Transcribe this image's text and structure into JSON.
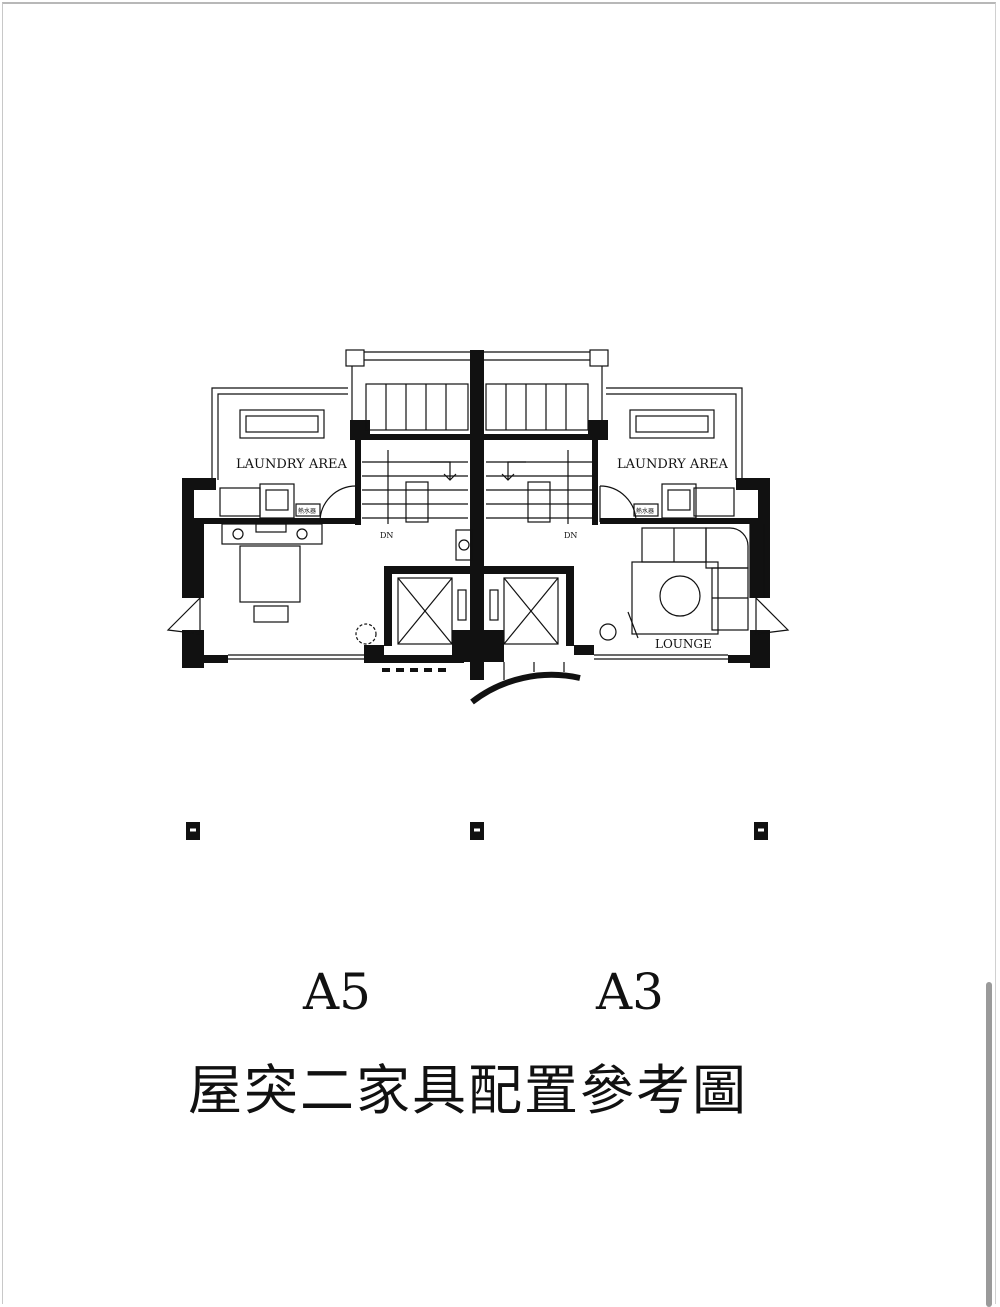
{
  "plan": {
    "laundry_left": "LAUNDRY  AREA",
    "laundry_right": "LAUNDRY  AREA",
    "heater_left": "熱水器",
    "heater_right": "熱水器",
    "dn_left": "DN",
    "dn_right": "DN",
    "lounge": "LOUNGE"
  },
  "units": {
    "left": "A5",
    "right": "A3"
  },
  "title": "屋突二家具配置參考圖"
}
